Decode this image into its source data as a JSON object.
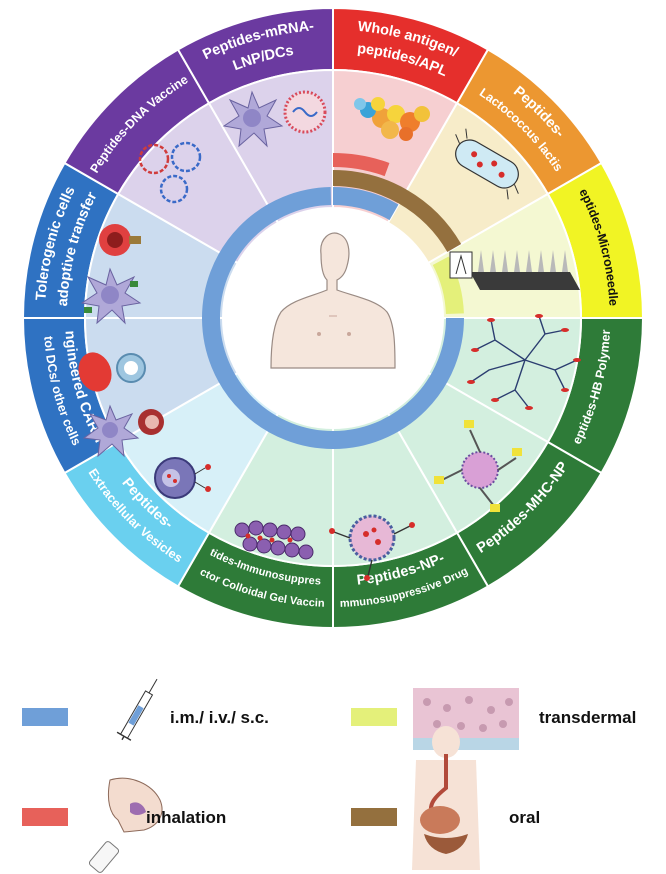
{
  "segments": [
    {
      "lines": [
        "Whole antigen/",
        "peptides/APL"
      ],
      "text_color": "#ffffff"
    },
    {
      "lines": [
        "Peptides-",
        "Lactococcus lactis"
      ],
      "text_color": "#ffffff"
    },
    {
      "lines": [
        "Peptides-Microneedles"
      ],
      "text_color": "#111111"
    },
    {
      "lines": [
        "Peptides-HB Polymers"
      ],
      "text_color": "#ffffff"
    },
    {
      "lines": [
        "Peptides-MHC-NP"
      ],
      "text_color": "#ffffff"
    },
    {
      "lines": [
        "Peptides-NP-",
        "Immunosuppressive Drugs"
      ],
      "text_color": "#ffffff"
    },
    {
      "lines": [
        "Peptides-Immunosuppressive",
        "factor Colloidal Gel Vaccine"
      ],
      "text_color": "#ffffff"
    },
    {
      "lines": [
        "Peptides-",
        "Extracellular Vesicles"
      ],
      "text_color": "#ffffff"
    },
    {
      "lines": [
        "Engineered CAR-T/",
        "tol DCs/ other cells"
      ],
      "text_color": "#ffffff"
    },
    {
      "lines": [
        "Tolerogenic cells",
        "adoptive transfer"
      ],
      "text_color": "#ffffff"
    },
    {
      "lines": [
        "Peptides-DNA Vaccine"
      ],
      "text_color": "#ffffff"
    },
    {
      "lines": [
        "Peptides-mRNA-",
        "LNP/DCs"
      ],
      "text_color": "#ffffff"
    }
  ],
  "colors": {
    "red": "#e52f2c",
    "orange": "#ec9731",
    "yellow": "#f1f424",
    "green": "#2e7b38",
    "cyan": "#6ad0ef",
    "blue": "#2f72c2",
    "purple": "#6b3aa0",
    "im_iv_sc": "#6f9fd8",
    "transdermal": "#e4f07a",
    "inhalation": "#e7615a",
    "oral": "#94703e"
  },
  "legend": {
    "im_iv_sc": "i.m./ i.v./ s.c.",
    "transdermal": "transdermal",
    "inhalation": "inhalation",
    "oral": "oral"
  },
  "icons": [
    "human-torso-icon",
    "syringe-icon",
    "skin-layer-icon",
    "inhaler-icon",
    "digestive-system-icon",
    "dendritic-cell-icon",
    "lipid-nanoparticle-icon",
    "dna-plasmid-icon",
    "protein-antigen-icon",
    "bacterium-icon",
    "microneedle-patch-icon",
    "polymer-icon",
    "mhc-nanoparticle-icon",
    "nanoparticle-drug-icon",
    "colloidal-gel-icon",
    "extracellular-vesicle-icon",
    "t-cell-icon"
  ]
}
